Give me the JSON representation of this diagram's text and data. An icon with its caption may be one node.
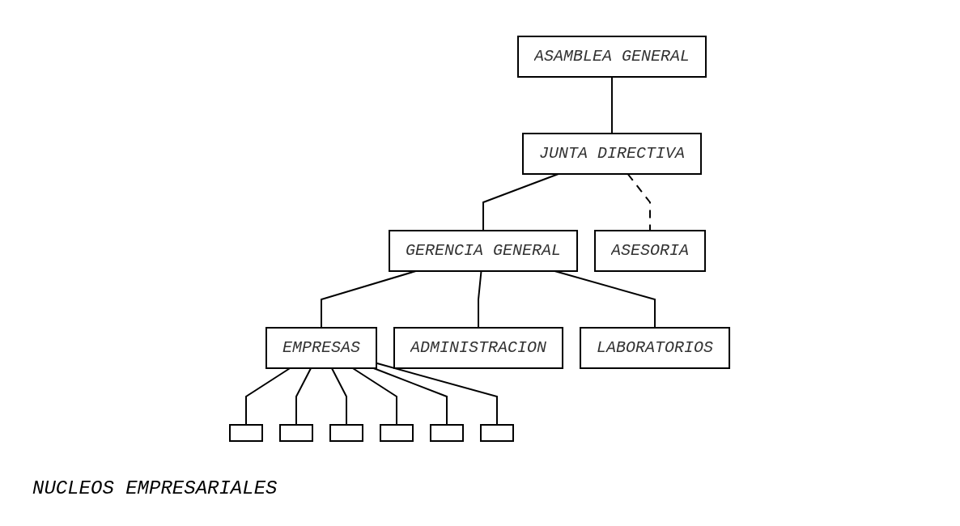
{
  "diagram": {
    "nodes": [
      {
        "text": [
          "ASAMBLEA GENERAL"
        ]
      },
      {
        "text": [
          "JUNTA DIRECTIVA"
        ]
      },
      {
        "text": [
          "GERENCIA GENERAL"
        ]
      },
      {
        "text": [
          "ASESORIA"
        ]
      },
      {
        "text": [
          "EMPRESAS"
        ]
      },
      {
        "text": [
          "ADMINISTRACION"
        ]
      },
      {
        "text": [
          "LABORATORIOS"
        ]
      },
      {
        "text": [],
        "shape": "box"
      },
      {
        "text": [],
        "shape": "box"
      },
      {
        "text": [],
        "shape": "box"
      },
      {
        "text": [],
        "shape": "box"
      },
      {
        "text": [],
        "shape": "box"
      },
      {
        "text": [],
        "shape": "box"
      }
    ],
    "edges": [
      {
        "from": 0,
        "to": 1,
        "arrow": "none"
      },
      {
        "from": 1,
        "to": 2,
        "arrow": "none"
      },
      {
        "from": 1,
        "to": 3,
        "arrow": "none",
        "style": "dashed"
      },
      {
        "from": 2,
        "to": 4,
        "arrow": "none"
      },
      {
        "from": 2,
        "to": 5,
        "arrow": "none"
      },
      {
        "from": 2,
        "to": 6,
        "arrow": "none"
      },
      {
        "from": 4,
        "to": 7,
        "arrow": "none"
      },
      {
        "from": 4,
        "to": 8,
        "arrow": "none"
      },
      {
        "from": 4,
        "to": 9,
        "arrow": "none"
      },
      {
        "from": 4,
        "to": 10,
        "arrow": "none"
      },
      {
        "from": 4,
        "to": 11,
        "arrow": "none"
      },
      {
        "from": 4,
        "to": 12,
        "arrow": "none"
      }
    ],
    "labels": [
      "NUCLEOS EMPRESARIALES"
    ]
  }
}
